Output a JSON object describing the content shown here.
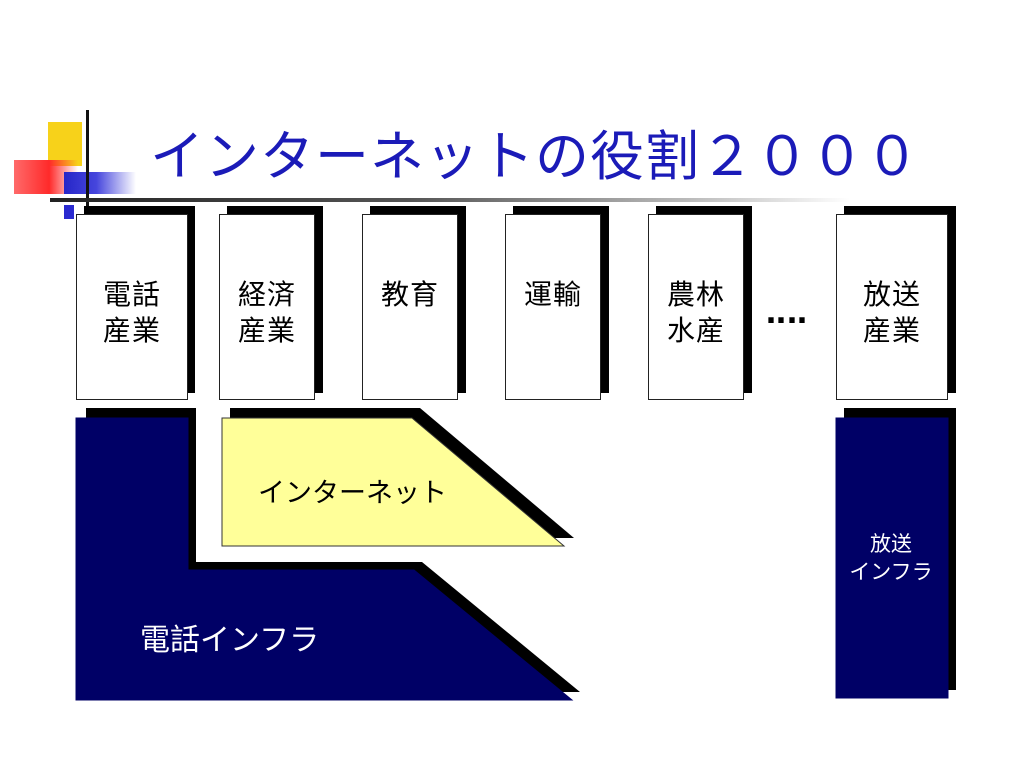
{
  "slide": {
    "title": "インターネットの役割２０００"
  },
  "industries": [
    {
      "label": "電話\n産業"
    },
    {
      "label": "経済\n産業"
    },
    {
      "label": "教育"
    },
    {
      "label": "運輸"
    },
    {
      "label": "農林\n水産"
    },
    {
      "label": "放送\n産業"
    }
  ],
  "ellipsis": "‥‥",
  "infrastructure": {
    "internet_label": "インターネット",
    "telephone_label": "電話インフラ",
    "broadcast_label": "放送\nインフラ"
  },
  "colors": {
    "title": "#1b1bb8",
    "infra_navy": "#000066",
    "internet_yellow": "#ffff99",
    "shadow": "#000000"
  }
}
